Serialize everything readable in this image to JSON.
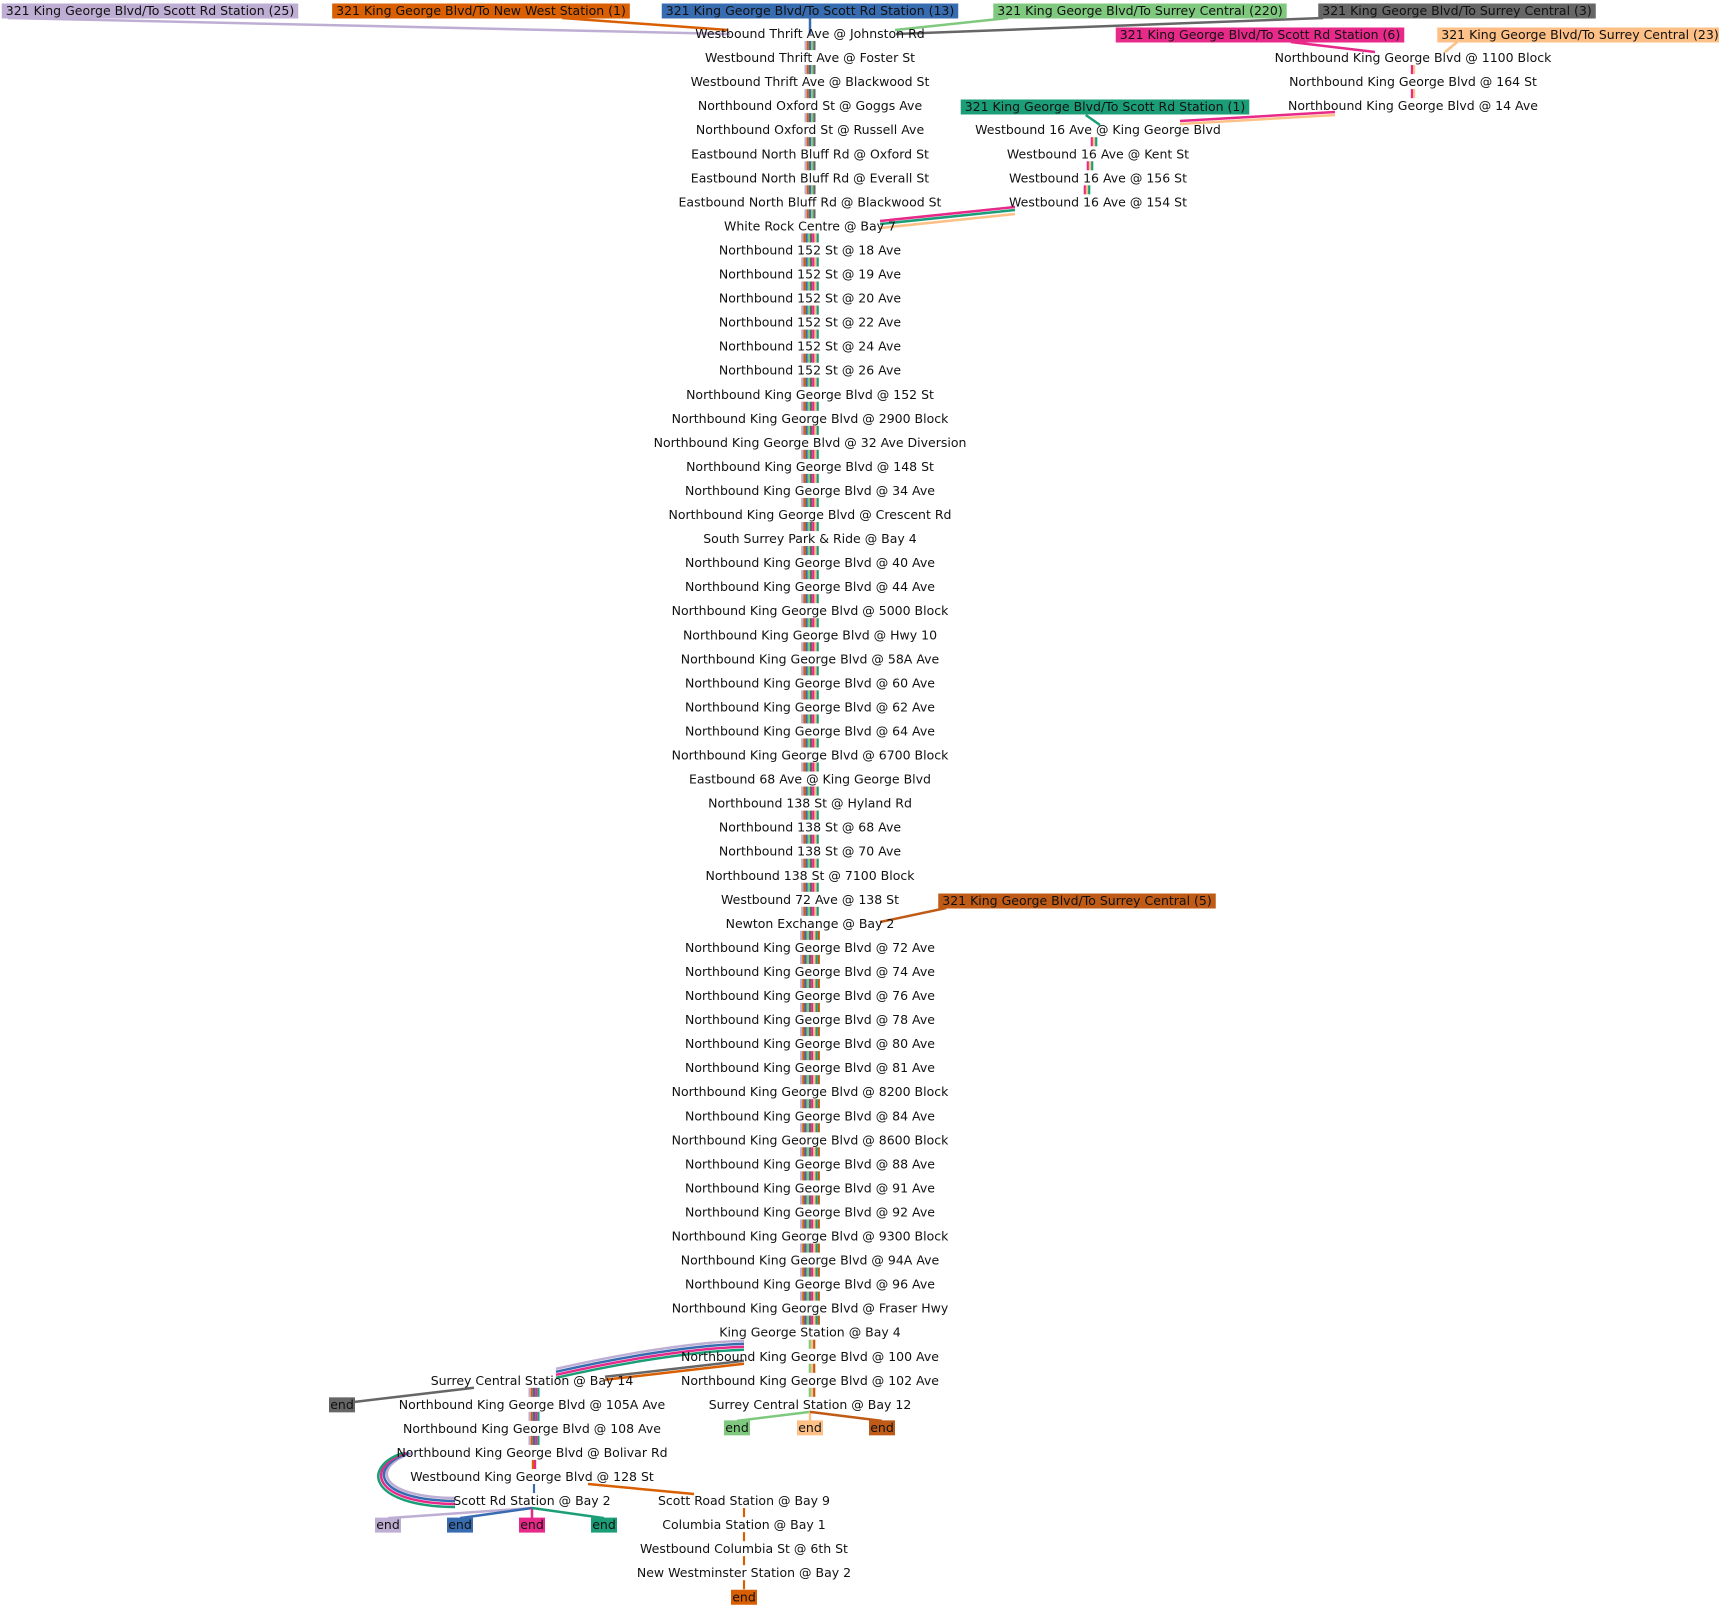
{
  "routes": [
    {
      "key": "sr25",
      "label": "321 King George Blvd/To Scott Rd Station (25)",
      "color": "#beaed4",
      "text_color": "#111111"
    },
    {
      "key": "nw1",
      "label": "321 King George Blvd/To New West Station (1)",
      "color": "#d95f02",
      "text_color": "#111111"
    },
    {
      "key": "sr13",
      "label": "321 King George Blvd/To Scott Rd Station (13)",
      "color": "#386cb0",
      "text_color": "#111111"
    },
    {
      "key": "sc220",
      "label": "321 King George Blvd/To Surrey Central (220)",
      "color": "#7fc97f",
      "text_color": "#111111"
    },
    {
      "key": "sc3",
      "label": "321 King George Blvd/To Surrey Central (3)",
      "color": "#666666",
      "text_color": "#111111"
    },
    {
      "key": "sr6",
      "label": "321 King George Blvd/To Scott Rd Station (6)",
      "color": "#e7298a",
      "text_color": "#111111"
    },
    {
      "key": "sc23",
      "label": "321 King George Blvd/To Surrey Central (23)",
      "color": "#fdc086",
      "text_color": "#111111"
    },
    {
      "key": "sr1",
      "label": "321 King George Blvd/To Scott Rd Station (1)",
      "color": "#1b9e77",
      "text_color": "#111111"
    },
    {
      "key": "sc5",
      "label": "321 King George Blvd/To Surrey Central (5)",
      "color": "#bf5b17",
      "text_color": "#111111"
    }
  ],
  "trunk_stops": [
    "Westbound Thrift Ave @ Johnston Rd",
    "Westbound Thrift Ave @ Foster St",
    "Westbound Thrift Ave @ Blackwood St",
    "Northbound Oxford St @ Goggs Ave",
    "Northbound Oxford St @ Russell Ave",
    "Eastbound North Bluff Rd @ Oxford St",
    "Eastbound North Bluff Rd @ Everall St",
    "Eastbound North Bluff Rd @ Blackwood St",
    "White Rock Centre @ Bay 7",
    "Northbound 152 St @ 18 Ave",
    "Northbound 152 St @ 19 Ave",
    "Northbound 152 St @ 20 Ave",
    "Northbound 152 St @ 22 Ave",
    "Northbound 152 St @ 24 Ave",
    "Northbound 152 St @ 26 Ave",
    "Northbound King George Blvd @ 152 St",
    "Northbound King George Blvd @ 2900 Block",
    "Northbound King George Blvd @ 32 Ave Diversion",
    "Northbound King George Blvd @ 148 St",
    "Northbound King George Blvd @ 34 Ave",
    "Northbound King George Blvd @ Crescent Rd",
    "South Surrey Park & Ride @ Bay 4",
    "Northbound King George Blvd @ 40 Ave",
    "Northbound King George Blvd @ 44 Ave",
    "Northbound King George Blvd @ 5000 Block",
    "Northbound King George Blvd @ Hwy 10",
    "Northbound King George Blvd @ 58A Ave",
    "Northbound King George Blvd @ 60 Ave",
    "Northbound King George Blvd @ 62 Ave",
    "Northbound King George Blvd @ 64 Ave",
    "Northbound King George Blvd @ 6700 Block",
    "Eastbound 68 Ave @ King George Blvd",
    "Northbound 138 St @ Hyland Rd",
    "Northbound 138 St @ 68 Ave",
    "Northbound 138 St @ 70 Ave",
    "Northbound 138 St @ 7100 Block",
    "Westbound 72 Ave @ 138 St",
    "Newton Exchange @ Bay 2",
    "Northbound King George Blvd @ 72 Ave",
    "Northbound King George Blvd @ 74 Ave",
    "Northbound King George Blvd @ 76 Ave",
    "Northbound King George Blvd @ 78 Ave",
    "Northbound King George Blvd @ 80 Ave",
    "Northbound King George Blvd @ 81 Ave",
    "Northbound King George Blvd @ 8200 Block",
    "Northbound King George Blvd @ 84 Ave",
    "Northbound King George Blvd @ 8600 Block",
    "Northbound King George Blvd @ 88 Ave",
    "Northbound King George Blvd @ 91 Ave",
    "Northbound King George Blvd @ 92 Ave",
    "Northbound King George Blvd @ 9300 Block",
    "Northbound King George Blvd @ 94A Ave",
    "Northbound King George Blvd @ 96 Ave",
    "Northbound King George Blvd @ Fraser Hwy",
    "King George Station @ Bay 4",
    "Northbound King George Blvd @ 100 Ave",
    "Northbound King George Blvd @ 102 Ave",
    "Surrey Central Station @ Bay 12"
  ],
  "branch_16ave_stops": [
    "Westbound 16 Ave @ King George Blvd",
    "Westbound 16 Ave @ Kent St",
    "Westbound 16 Ave @ 156 St",
    "Westbound 16 Ave @ 154 St"
  ],
  "branch_east_stops": [
    "Northbound King George Blvd @ 1100 Block",
    "Northbound King George Blvd @ 164 St",
    "Northbound King George Blvd @ 14 Ave"
  ],
  "scott_branch_stops": [
    "Surrey Central Station @ Bay 14",
    "Northbound King George Blvd @ 105A Ave",
    "Northbound King George Blvd @ 108 Ave",
    "Northbound King George Blvd @ Bolivar Rd",
    "Westbound King George Blvd @ 128 St",
    "Scott Rd Station @ Bay 2"
  ],
  "newwest_stops": [
    "Scott Road Station @ Bay 9",
    "Columbia Station @ Bay 1",
    "Westbound Columbia St @ 6th St",
    "New Westminster Station @ Bay 2"
  ],
  "end_label": "end"
}
